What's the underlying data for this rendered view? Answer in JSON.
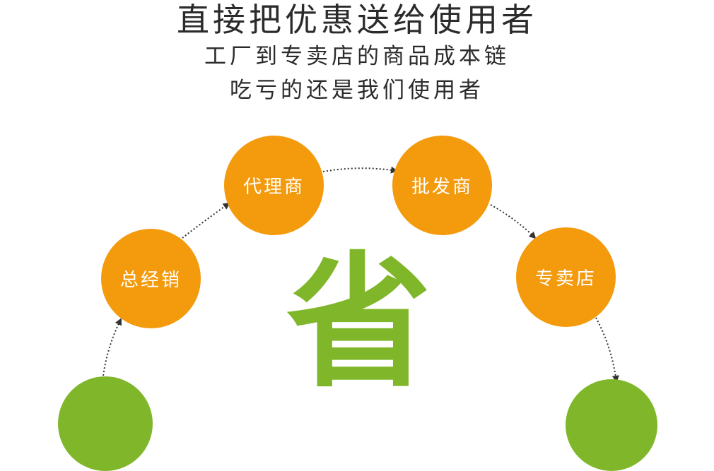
{
  "title": {
    "line1": "直接把优惠送给使用者",
    "line2": "工厂到专卖店的商品成本链",
    "line3": "吃亏的还是我们使用者"
  },
  "nodes": {
    "general_distributor": "总经销",
    "agent": "代理商",
    "wholesaler": "批发商",
    "store": "专卖店"
  },
  "center_char": "省",
  "colors": {
    "orange": "#f39a0d",
    "green": "#80b72a",
    "text": "#2b2b2b",
    "arrow": "#333333"
  }
}
